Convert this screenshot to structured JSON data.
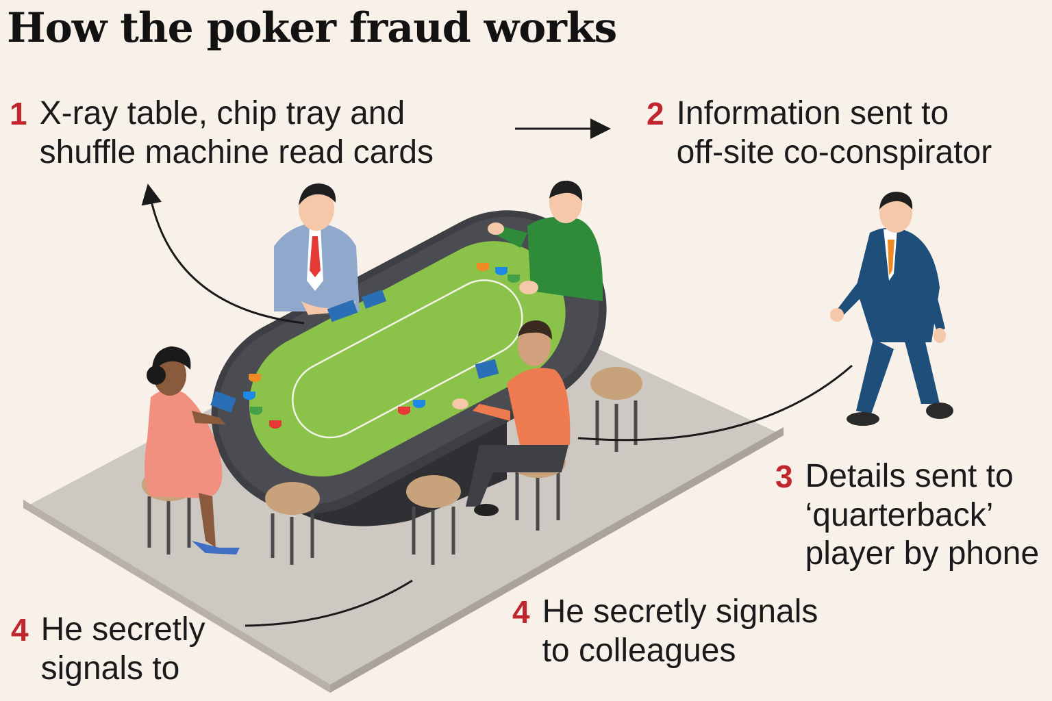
{
  "title": "How the poker fraud works",
  "steps": [
    {
      "id": "step1",
      "number": "1",
      "lines": [
        "X-ray table, chip tray and",
        "shuffle machine read cards"
      ]
    },
    {
      "id": "step2",
      "number": "2",
      "lines": [
        "Information sent to",
        "off-site co-conspirator"
      ]
    },
    {
      "id": "step3",
      "number": "3",
      "lines": [
        "Details sent to",
        "‘quarterback’",
        "player by phone"
      ]
    },
    {
      "id": "step4a",
      "number": "4",
      "lines": [
        "He secretly",
        "signals to"
      ]
    },
    {
      "id": "step4b",
      "number": "4",
      "lines": [
        "He secretly signals",
        "to colleagues"
      ]
    }
  ],
  "colors": {
    "background": "#f8f1e9",
    "step_number": "#c0262d",
    "felt": "#8bc34a",
    "table_rail": "#3d3f44",
    "floor": "#cdc8c2"
  }
}
